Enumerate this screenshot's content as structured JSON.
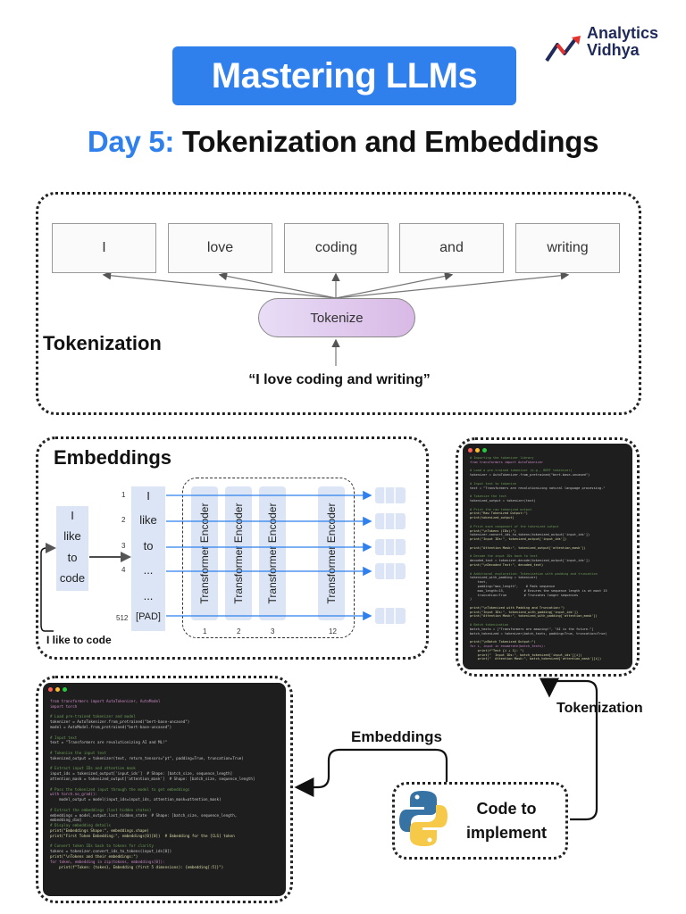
{
  "header": {
    "title": "Mastering LLMs",
    "day": "Day 5:",
    "topic": "Tokenization and Embeddings",
    "logo_line1": "Analytics",
    "logo_line2": "Vidhya"
  },
  "tokenization": {
    "label": "Tokenization",
    "tokens": [
      "I",
      "love",
      "coding",
      "and",
      "writing"
    ],
    "tokenizer": "Tokenize",
    "sentence": "“I love coding and writing”"
  },
  "embeddings": {
    "label": "Embeddings",
    "input_words": [
      "I",
      "like",
      "to",
      "code"
    ],
    "sequence": [
      "I",
      "like",
      "to",
      "...",
      "...",
      "[PAD]"
    ],
    "position_labels": [
      "1",
      "2",
      "3",
      "4",
      "",
      "512"
    ],
    "encoder_label": "Transformer Encoder",
    "encoder_numbers": [
      "1",
      "2",
      "3",
      "12"
    ],
    "sentence": "I like to code"
  },
  "code_windows": {
    "tokenization_lines": [
      "# Importing the tokenizer library",
      "from transformers import AutoTokenizer",
      "",
      "# Load a pre-trained tokenizer (e.g., BERT tokenizer)",
      "tokenizer = AutoTokenizer.from_pretrained(\"bert-base-uncased\")",
      "",
      "# Input text to tokenize",
      "text = \"Transformers are revolutionizing natural language processing.\"",
      "",
      "# Tokenize the text",
      "tokenized_output = tokenizer(text)",
      "",
      "# Print the raw tokenized output",
      "print(\"Raw Tokenized Output:\")",
      "print(tokenized_output)",
      "",
      "# Print each component of the tokenized output",
      "print(\"\\nTokens (IDs):\")",
      "tokenizer.convert_ids_to_tokens(tokenized_output['input_ids'])",
      "print(\"Input IDs:\", tokenized_output['input_ids'])",
      "",
      "print(\"Attention Mask:\", tokenized_output['attention_mask'])",
      "",
      "# Decode the input IDs back to text",
      "decoded_text = tokenizer.decode(tokenized_output['input_ids'])",
      "print(\"\\nDecoded Text:\", decoded_text)",
      "",
      "# Additional exploration: Tokenization with padding and truncation",
      "tokenized_with_padding = tokenizer(",
      "    text,",
      "    padding=\"max_length\",    # Pads sequence",
      "    max_length=15,          # Ensures the sequence length is at most 15",
      "    truncation=True         # Truncates longer sequences",
      ")",
      "",
      "print(\"\\nTokenized with Padding and Truncation:\")",
      "print(\"Input IDs:\", tokenized_with_padding['input_ids'])",
      "print(\"Attention Mask:\", tokenized_with_padding['attention_mask'])",
      "",
      "# Batch tokenization",
      "batch_texts = [\"Transformers are amazing!\", \"AI is the future.\"]",
      "batch_tokenized = tokenizer(batch_texts, padding=True, truncation=True)",
      "",
      "print(\"\\nBatch Tokenized Output:\")",
      "for i, input in enumerate(batch_texts):",
      "    print(f\"Text {i + 1}: \")",
      "    print(\"  Input IDs:\", batch_tokenized['input_ids'][i])",
      "    print(\"  Attention Mask:\", batch_tokenized['attention_mask'][i])"
    ],
    "embedding_lines": [
      "from transformers import AutoTokenizer, AutoModel",
      "import torch",
      "",
      "# Load pre-trained tokenizer and model",
      "tokenizer = AutoTokenizer.from_pretrained(\"bert-base-uncased\")",
      "model = AutoModel.from_pretrained(\"bert-base-uncased\")",
      "",
      "# Input text",
      "text = \"Transformers are revolutionizing AI and ML!\"",
      "",
      "# Tokenize the input text",
      "tokenized_output = tokenizer(text, return_tensors=\"pt\", padding=True, truncation=True)",
      "",
      "# Extract input IDs and attention mask",
      "input_ids = tokenized_output['input_ids']  # Shape: [batch_size, sequence_length]",
      "attention_mask = tokenized_output['attention_mask']  # Shape: [batch_size, sequence_length]",
      "",
      "# Pass the tokenized input through the model to get embeddings",
      "with torch.no_grad():",
      "    model_output = model(input_ids=input_ids, attention_mask=attention_mask)",
      "",
      "# Extract the embeddings (last hidden states)",
      "embeddings = model_output.last_hidden_state  # Shape: [batch_size, sequence_length,",
      "embedding_dim]",
      "# Display embedding details",
      "print(\"Embeddings Shape:\", embeddings.shape)",
      "print(\"First Token Embedding:\", embeddings[0][0])  # Embedding for the [CLS] token",
      "",
      "# Convert token IDs back to tokens for clarity",
      "tokens = tokenizer.convert_ids_to_tokens(input_ids[0])",
      "print(\"\\nTokens and their embeddings:\")",
      "for token, embedding in zip(tokens, embeddings[0]):",
      "    print(f\"Token: {token}, Embedding (first 5 dimensions): {embedding[:5]}\")"
    ]
  },
  "flow": {
    "code_to_implement": "Code to implement",
    "arrow_tokenization": "Tokenization",
    "arrow_embeddings": "Embeddings"
  },
  "colors": {
    "accent": "#2f80ed",
    "encoder_fill": "#dbe5f5",
    "embedding_arrow": "#2f80ed"
  }
}
